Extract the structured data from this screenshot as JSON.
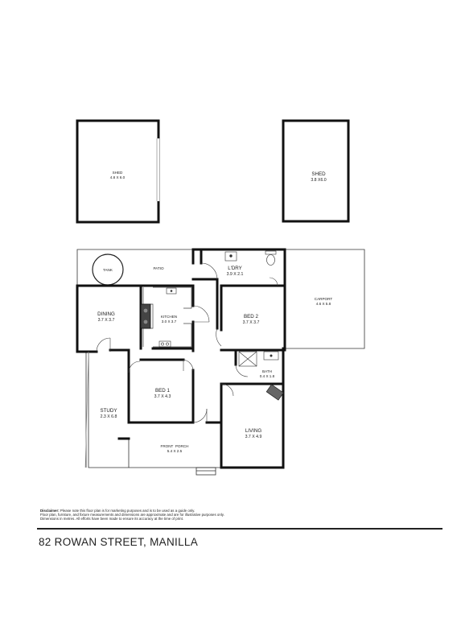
{
  "rooms": {
    "shed_left": {
      "name": "SHED",
      "dim": "4.8 X 6.0"
    },
    "shed_right": {
      "name": "SHED",
      "dim": "3.8 X6.0"
    },
    "tank": {
      "name": "TANK"
    },
    "patio": {
      "name": "PATIO"
    },
    "laundry": {
      "name": "L'DRY",
      "dim": "3.9 X 2.1"
    },
    "carport": {
      "name": "CARPORT",
      "dim": "4.6 X 5.8"
    },
    "dining": {
      "name": "DINING",
      "dim": "3.7 X 3.7"
    },
    "kitchen": {
      "name": "KITCHEN",
      "dim": "3.0 X 3.7"
    },
    "bed2": {
      "name": "BED 2",
      "dim": "3.7 X 3.7"
    },
    "bath": {
      "name": "BATH",
      "dim": "0.4 X 1.8"
    },
    "bed1": {
      "name": "BED 1",
      "dim": "3.7 X 4.3"
    },
    "study": {
      "name": "STUDY",
      "dim": "2.3 X 6.8"
    },
    "living": {
      "name": "LIVING",
      "dim": "3.7 X 4.9"
    },
    "front_porch": {
      "name": "FRONT  PORCH",
      "dim": "5.4 X 2.5"
    }
  },
  "disclaimer": {
    "heading": "Disclaimer:",
    "line1": "Please note this floor plan is for marketing purposes and is to be used as a guide only.",
    "line2": "Floor plan, furniture, and fixture measurements and dimensions are approximate and are for illustrative purposes only.",
    "line3": "Dimensions in metres. All efforts have been made to ensure its accuracy at the time of print."
  },
  "address": "82 ROWAN STREET, MANILLA"
}
